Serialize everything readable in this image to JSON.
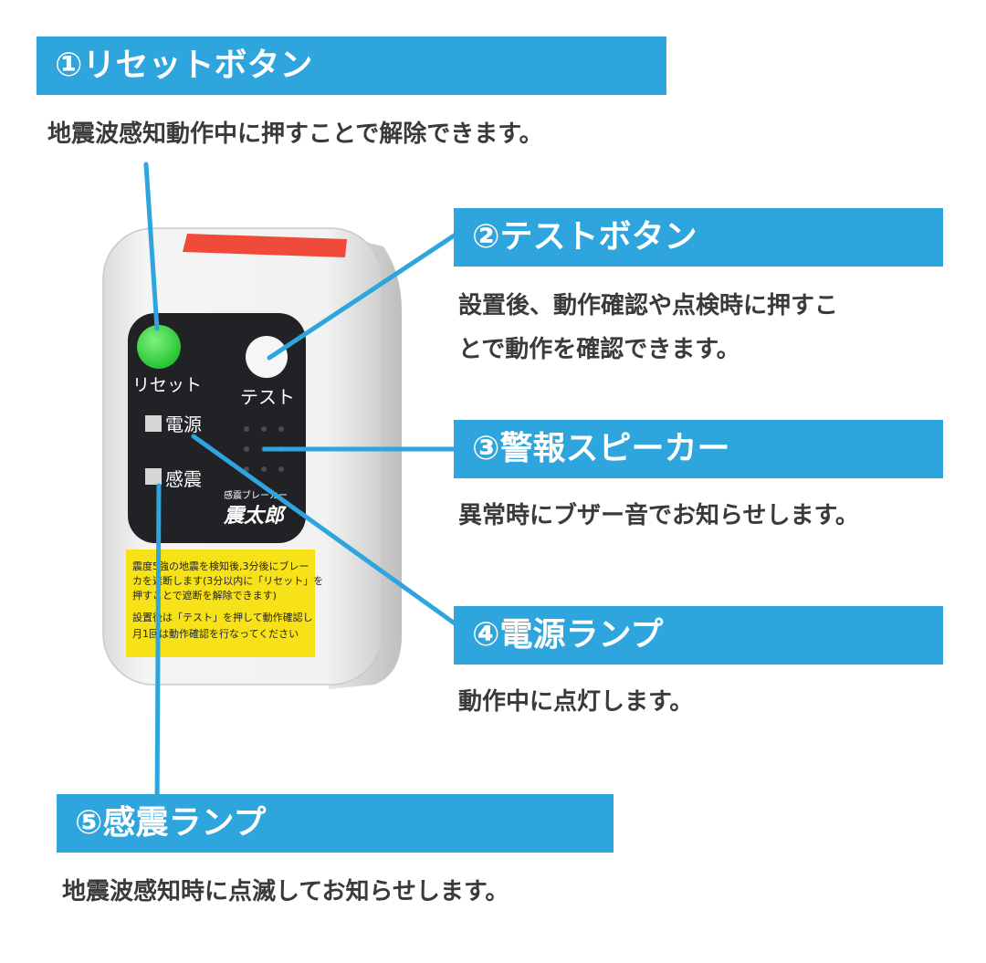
{
  "callouts": [
    {
      "title": "①リセットボタン",
      "description": "地震波感知動作中に押すことで解除できます。"
    },
    {
      "title": "②テストボタン",
      "description_lines": [
        "設置後、動作確認や点検時に押すこ",
        "とで動作を確認できます。"
      ]
    },
    {
      "title": "③警報スピーカー",
      "description": "異常時にブザー音でお知らせします。"
    },
    {
      "title": "④電源ランプ",
      "description": "動作中に点灯します。"
    },
    {
      "title": "⑤感震ランプ",
      "description": "地震波感知時に点滅してお知らせします。"
    }
  ],
  "device": {
    "reset_label": "リセット",
    "test_label": "テスト",
    "power_label": "電源",
    "seismic_label": "感震",
    "brand_small": "感震ブレーカー",
    "brand_name": "震太郎",
    "warning_lines": [
      "震度5強の地震を検知後,3分後にブレー",
      "カを遮断します(3分以内に「リセット」を",
      "押すことで遮断を解除できます)",
      "設置後は「テスト」を押して動作確認し",
      "月1回は動作確認を行なってください"
    ]
  },
  "colors": {
    "accent": "#2fa5de",
    "reset_button": "#35d63c",
    "warning_sticker": "#f7e21a",
    "top_sticker": "#f04b3a",
    "panel": "#202226"
  }
}
